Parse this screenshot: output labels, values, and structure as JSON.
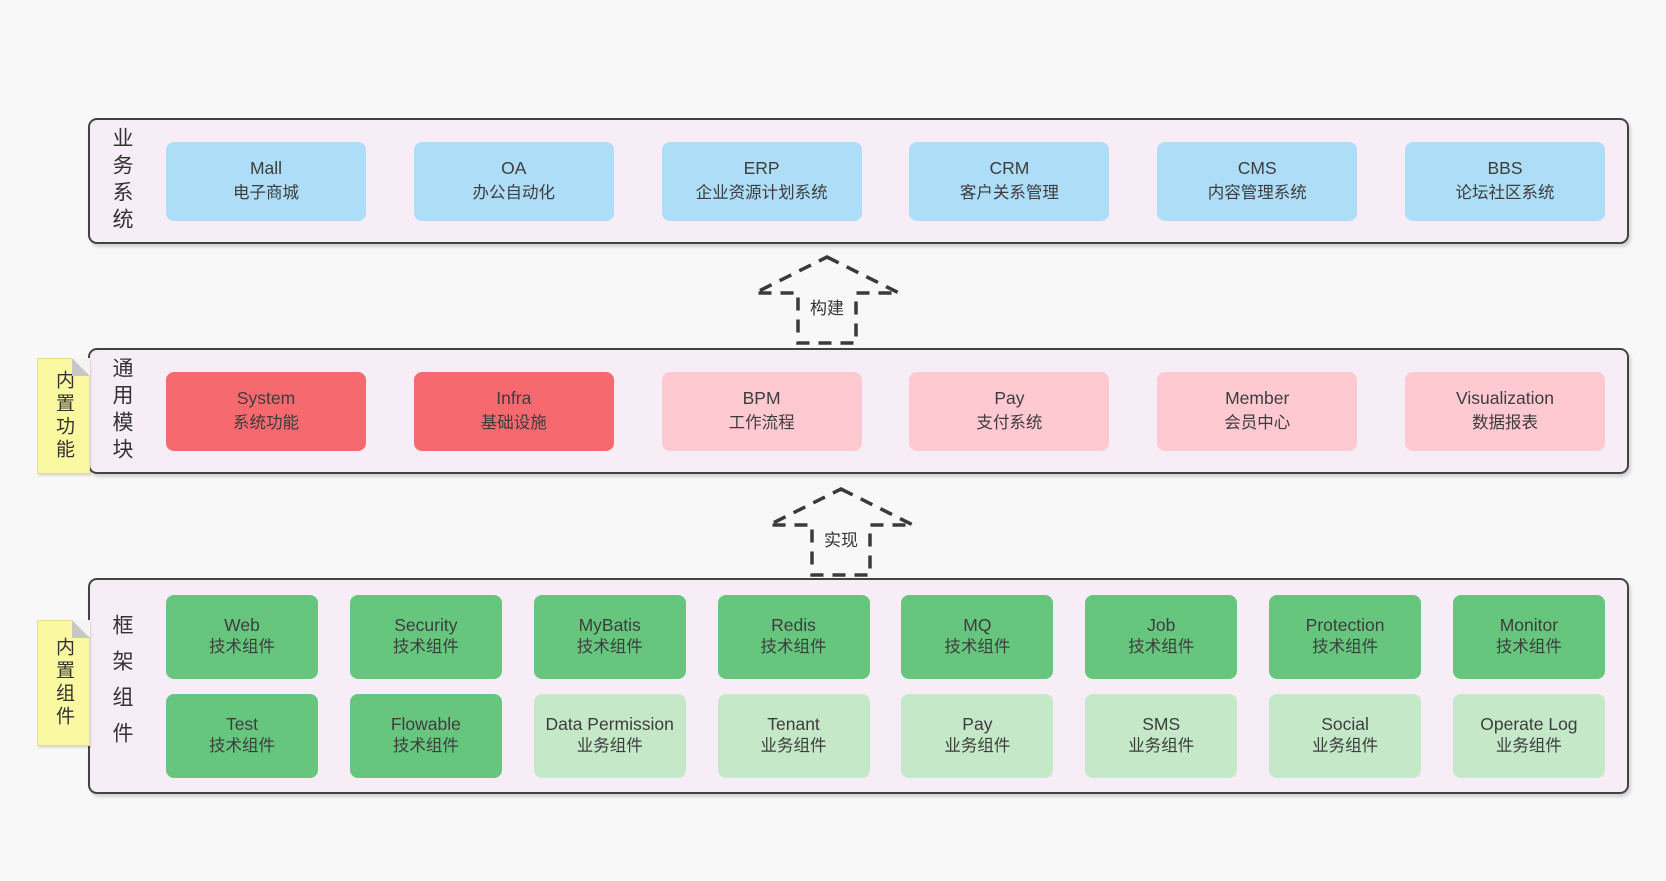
{
  "colors": {
    "page_bg": "#f8f8f8",
    "band_bg": "#f7edf6",
    "band_border": "#434343",
    "blue": "#aeddf8",
    "red": "#f5696f",
    "pink": "#ffc9d2",
    "green": "#66c67e",
    "light_green": "#c5e8c9",
    "sticky_yellow": "#fbf8a2"
  },
  "arrows": [
    {
      "label": "构建"
    },
    {
      "label": "实现"
    }
  ],
  "bands": [
    {
      "label": "业务系统",
      "boxes": [
        {
          "title": "Mall",
          "subtitle": "电子商城"
        },
        {
          "title": "OA",
          "subtitle": "办公自动化"
        },
        {
          "title": "ERP",
          "subtitle": "企业资源计划系统"
        },
        {
          "title": "CRM",
          "subtitle": "客户关系管理"
        },
        {
          "title": "CMS",
          "subtitle": "内容管理系统"
        },
        {
          "title": "BBS",
          "subtitle": "论坛社区系统"
        }
      ]
    },
    {
      "label": "通用模块",
      "sticky": "内置功能",
      "boxes": [
        {
          "title": "System",
          "subtitle": "系统功能"
        },
        {
          "title": "Infra",
          "subtitle": "基础设施"
        },
        {
          "title": "BPM",
          "subtitle": "工作流程"
        },
        {
          "title": "Pay",
          "subtitle": "支付系统"
        },
        {
          "title": "Member",
          "subtitle": "会员中心"
        },
        {
          "title": "Visualization",
          "subtitle": "数据报表"
        }
      ]
    },
    {
      "label": "框架组件",
      "sticky": "内置组件",
      "rows": [
        [
          {
            "title": "Web",
            "subtitle": "技术组件"
          },
          {
            "title": "Security",
            "subtitle": "技术组件"
          },
          {
            "title": "MyBatis",
            "subtitle": "技术组件"
          },
          {
            "title": "Redis",
            "subtitle": "技术组件"
          },
          {
            "title": "MQ",
            "subtitle": "技术组件"
          },
          {
            "title": "Job",
            "subtitle": "技术组件"
          },
          {
            "title": "Protection",
            "subtitle": "技术组件"
          },
          {
            "title": "Monitor",
            "subtitle": "技术组件"
          }
        ],
        [
          {
            "title": "Test",
            "subtitle": "技术组件"
          },
          {
            "title": "Flowable",
            "subtitle": "技术组件"
          },
          {
            "title": "Data Permission",
            "subtitle": "业务组件"
          },
          {
            "title": "Tenant",
            "subtitle": "业务组件"
          },
          {
            "title": "Pay",
            "subtitle": "业务组件"
          },
          {
            "title": "SMS",
            "subtitle": "业务组件"
          },
          {
            "title": "Social",
            "subtitle": "业务组件"
          },
          {
            "title": "Operate Log",
            "subtitle": "业务组件"
          }
        ]
      ]
    }
  ]
}
